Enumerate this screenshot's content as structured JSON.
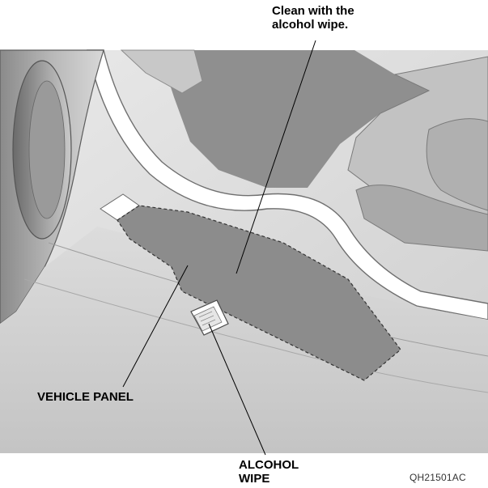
{
  "callouts": {
    "clean": {
      "line1": "Clean with the",
      "line2": "alcohol wipe."
    },
    "vehicle_panel": "VEHICLE PANEL",
    "alcohol_wipe": {
      "line1": "ALCOHOL",
      "line2": "WIPE"
    }
  },
  "figure_id": "QH21501AC"
}
